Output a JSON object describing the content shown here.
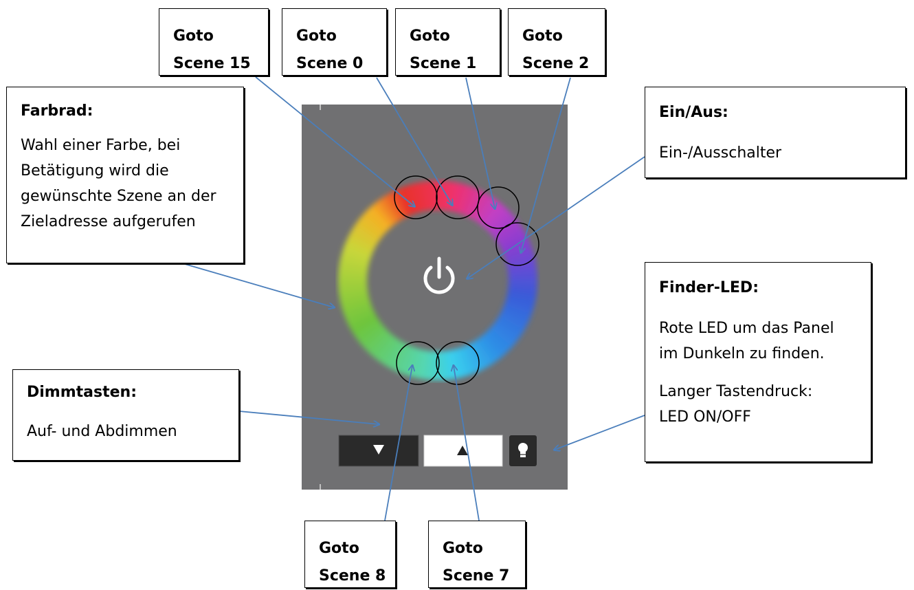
{
  "scene_labels": {
    "s15": {
      "line1": "Goto",
      "line2": "Scene 15"
    },
    "s0": {
      "line1": "Goto",
      "line2": "Scene 0"
    },
    "s1": {
      "line1": "Goto",
      "line2": "Scene 1"
    },
    "s2": {
      "line1": "Goto",
      "line2": "Scene 2"
    },
    "s8": {
      "line1": "Goto",
      "line2": "Scene 8"
    },
    "s7": {
      "line1": "Goto",
      "line2": "Scene 7"
    }
  },
  "farbrad": {
    "title": "Farbrad:",
    "line1": "Wahl einer Farbe, bei",
    "line2": "Betätigung wird die",
    "line3": "gewünschte Szene an der",
    "line4": "Zieladresse aufgerufen"
  },
  "einaus": {
    "title": "Ein/Aus:",
    "text": "Ein-/Ausschalter"
  },
  "finder": {
    "title": "Finder-LED:",
    "line1": "Rote LED um das Panel",
    "line2": "im Dunkeln zu finden.",
    "line3": "Langer Tastendruck:",
    "line4": "LED ON/OFF"
  },
  "dimm": {
    "title": "Dimmtasten:",
    "text": "Auf- und Abdimmen"
  },
  "colors": {
    "panel": "#707072",
    "arrow": "#4a7ebb",
    "ring": [
      "#e8322b",
      "#f0306a",
      "#c23fc4",
      "#8a3ed0",
      "#3a5bd8",
      "#2d8fe6",
      "#3ad0ee",
      "#55d6b0",
      "#6ec53c",
      "#c8d63a",
      "#f5b024"
    ]
  },
  "icons": {
    "power": "power-icon",
    "down": "triangle-down-icon",
    "up": "triangle-up-icon",
    "bulb": "bulb-icon"
  }
}
